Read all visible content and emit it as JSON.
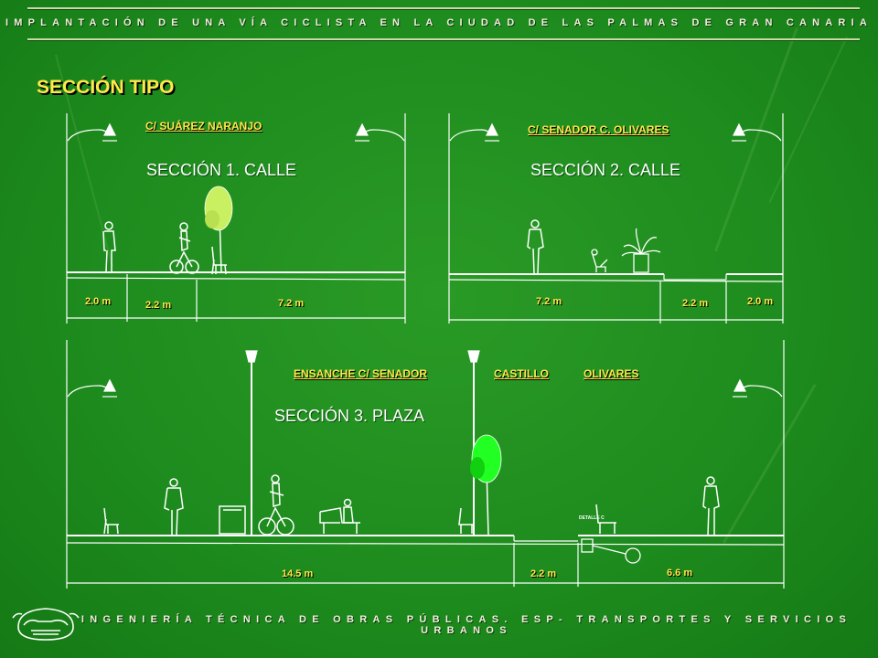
{
  "header": {
    "top_text": "IMPLANTACIÓN DE UNA VÍA CICLISTA EN LA CIUDAD DE LAS PALMAS DE GRAN CANARIA",
    "bottom_text": "INGENIERÍA TÉCNICA DE OBRAS PÚBLICAS. ESP- TRANSPORTES Y SERVICIOS URBANOS"
  },
  "title": "SECCIÓN TIPO",
  "colors": {
    "background": "#1e8c1e",
    "highlight_text": "#ffe94a",
    "drawing_line": "#ffffff",
    "tree_fill": "#c8f060",
    "tree_fill_bright": "#22ff22"
  },
  "icons": [
    "university-seal-icon",
    "streetlamp-icon",
    "tree-icon",
    "pedestrian-icon",
    "cyclist-icon",
    "bench-icon",
    "dog-icon",
    "planter-icon"
  ],
  "sections": [
    {
      "street": "C/ SUÁREZ NARANJO",
      "label": "SECCIÓN 1. CALLE",
      "dims": [
        "2.0 m",
        "2.2 m",
        "7.2 m"
      ]
    },
    {
      "street": "C/ SENADOR C. OLIVARES",
      "label": "SECCIÓN 2. CALLE",
      "dims": [
        "7.2 m",
        "2.2 m",
        "2.0 m"
      ]
    },
    {
      "street_parts": [
        "ENSANCHE C/ SENADOR",
        "CASTILLO",
        "OLIVARES"
      ],
      "label": "SECCIÓN 3. PLAZA",
      "dims": [
        "14.5 m",
        "2.2 m",
        "6.6 m"
      ],
      "detail_label": "DETALLE C"
    }
  ]
}
